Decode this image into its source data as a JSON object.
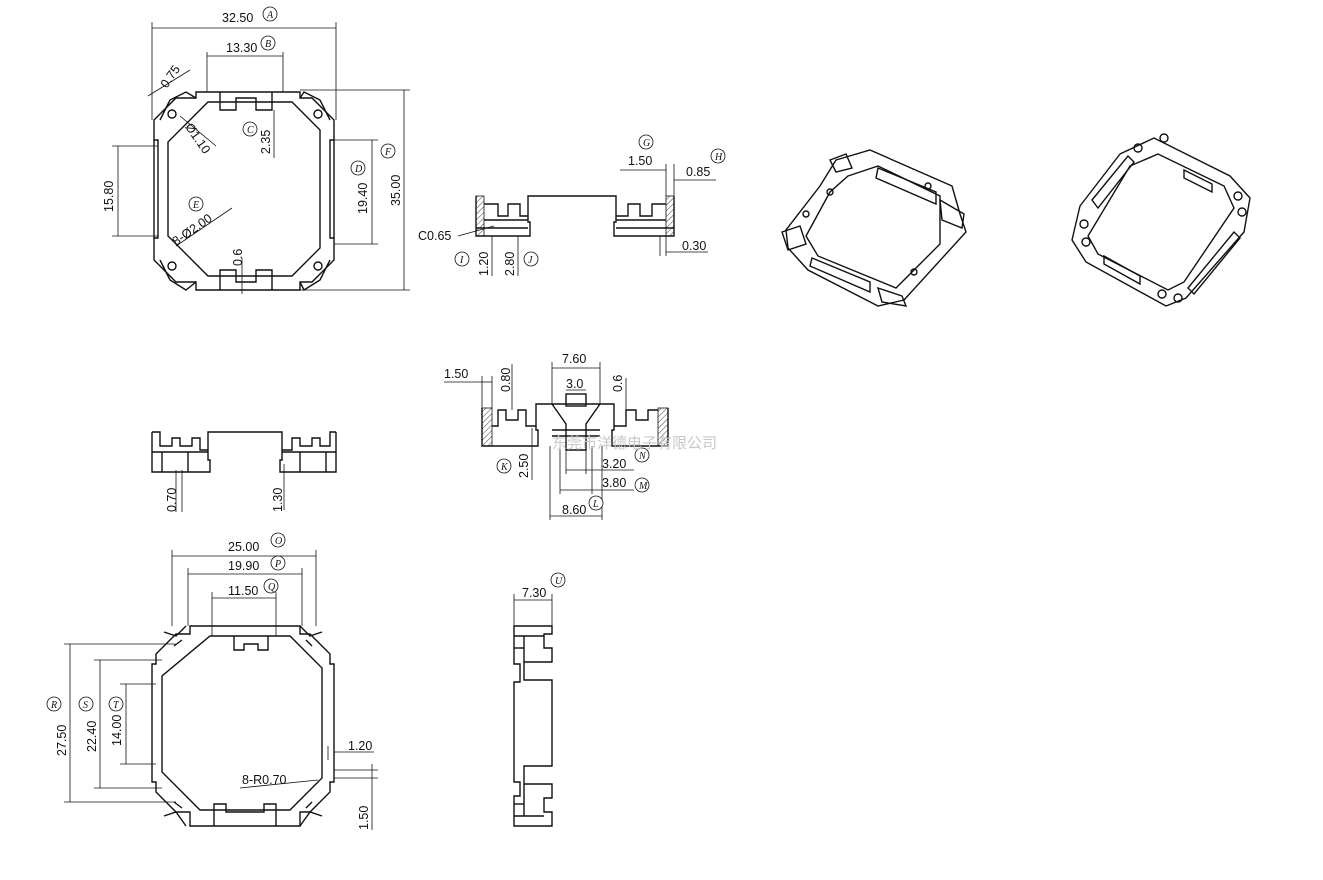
{
  "drawing": {
    "top_view": {
      "dims": {
        "A": "32.50",
        "B": "13.30",
        "chamfer": "0.75",
        "pin_hole": "Ø1.10",
        "C": "2.35",
        "D": "19.40",
        "F": "35.00",
        "height_left": "15.80",
        "E": "8-Ø2.00",
        "slot": "0.6"
      },
      "callouts": {
        "A": "A",
        "B": "B",
        "C": "C",
        "D": "D",
        "E": "E",
        "F": "F"
      }
    },
    "section_top": {
      "dims": {
        "G": "1.50",
        "H": "0.85",
        "chamfer": "C0.65",
        "I": "1.20",
        "J": "2.80",
        "gap": "0.30"
      },
      "callouts": {
        "G": "G",
        "H": "H",
        "I": "I",
        "J": "J"
      }
    },
    "side_view": {
      "dims": {
        "left": "0.70",
        "right": "1.30"
      }
    },
    "section_mid": {
      "dims": {
        "left_w": "1.50",
        "left_h": "0.80",
        "top": "7.60",
        "inner": "3.0",
        "right_h": "0.6",
        "K": "2.50",
        "N": "3.20",
        "M": "3.80",
        "L": "8.60"
      },
      "callouts": {
        "K": "K",
        "N": "N",
        "M": "M",
        "L": "L"
      }
    },
    "bottom_view": {
      "dims": {
        "O": "25.00",
        "P": "19.90",
        "Q": "11.50",
        "R": "27.50",
        "S": "22.40",
        "T": "14.00",
        "right_w": "1.20",
        "radius": "8-R0.70",
        "bottom_h": "1.50"
      },
      "callouts": {
        "O": "O",
        "P": "P",
        "Q": "Q",
        "R": "R",
        "S": "S",
        "T": "T"
      }
    },
    "end_view": {
      "dims": {
        "U": "7.30"
      },
      "callouts": {
        "U": "U"
      }
    },
    "watermark": "东莞市洋德电子有限公司"
  }
}
